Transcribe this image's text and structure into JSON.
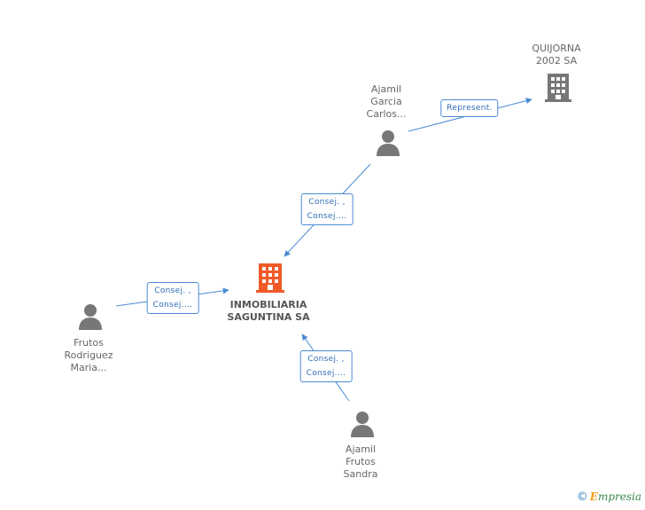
{
  "diagram": {
    "nodes": {
      "main": {
        "lines": [
          "INMOBILIARIA",
          "SAGUNTINA SA"
        ],
        "icon": "building-icon",
        "color": "#f05a28"
      },
      "quijorna": {
        "lines": [
          "QUIJORNA",
          "2002 SA"
        ],
        "icon": "building-icon",
        "color": "#777777"
      },
      "ajamil_garcia": {
        "lines": [
          "Ajamil",
          "Garcia",
          "Carlos..."
        ],
        "icon": "person-icon",
        "color": "#777777"
      },
      "frutos_rodriguez": {
        "lines": [
          "Frutos",
          "Rodriguez",
          "Maria..."
        ],
        "icon": "person-icon",
        "color": "#777777"
      },
      "ajamil_frutos": {
        "lines": [
          "Ajamil",
          "Frutos",
          "Sandra"
        ],
        "icon": "person-icon",
        "color": "#777777"
      }
    },
    "edges": {
      "ajamil_to_quijorna": {
        "lines": [
          "Represent."
        ]
      },
      "ajamil_to_main": {
        "lines": [
          "Consej. ,",
          "Consej...."
        ]
      },
      "frutos_to_main": {
        "lines": [
          "Consej. ,",
          "Consej...."
        ]
      },
      "sandra_to_main": {
        "lines": [
          "Consej. ,",
          "Consej...."
        ]
      }
    },
    "edge_color": "#4a8ad4"
  },
  "footer": {
    "copyright_symbol": "©",
    "brand_first": "E",
    "brand_rest": "mpresia"
  }
}
